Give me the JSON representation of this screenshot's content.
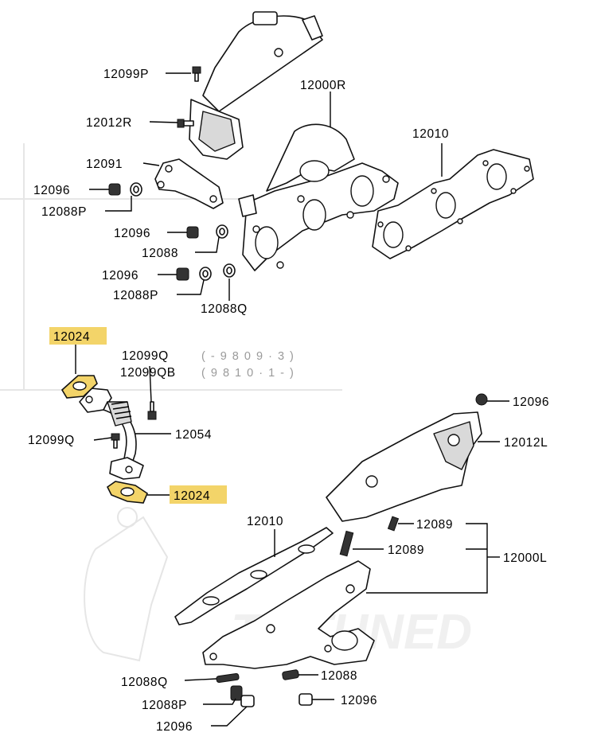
{
  "diagram": {
    "labels": {
      "p12099p_top": "12099P",
      "p12012r": "12012R",
      "p12000r": "12000R",
      "p12010_top": "12010",
      "p12091": "12091",
      "p12096_a": "12096",
      "p12088p_a": "12088P",
      "p12096_b": "12096",
      "p12088_a": "12088",
      "p12096_c": "12096",
      "p12088p_b": "12088P",
      "p12088q_a": "12088Q",
      "p12024_top": "12024",
      "p12099q": "12099Q",
      "p12099qb": "12099QB",
      "p12096_d": "12096",
      "p12099q_b": "12099Q",
      "p12054": "12054",
      "p12012l": "12012L",
      "p12024_bot": "12024",
      "p12010_bot": "12010",
      "p12089_a": "12089",
      "p12089_b": "12089",
      "p12000l": "12000L",
      "p12088q_b": "12088Q",
      "p12088_b": "12088",
      "p12088p_c": "12088P",
      "p12096_e": "12096",
      "p12096_f": "12096"
    },
    "date_notes": {
      "range_a": "( - 9 8 0 9 · 3 )",
      "range_b": "( 9 8 1 0 · 1 - )"
    },
    "highlight_color": "#f3d469",
    "watermark_text": "TMTUNED"
  }
}
